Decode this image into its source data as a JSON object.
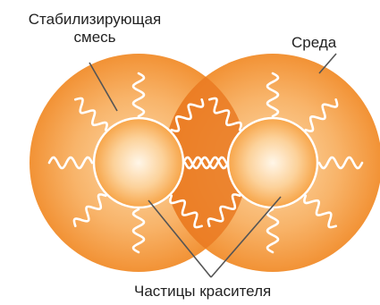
{
  "labels": {
    "stabilizing_mixture_line1": "Стабилизирующая",
    "stabilizing_mixture_line2": "смесь",
    "medium": "Среда",
    "dye_particles": "Частицы красителя"
  },
  "colors": {
    "outer_sphere_center": "#fdd9a8",
    "outer_sphere_edge": "#f29235",
    "overlap": "#ea7a22",
    "particle_center": "#fff6e8",
    "particle_edge": "#f7a447",
    "chain_stroke": "#ffffff",
    "leader_line": "#555555",
    "text": "#222222"
  }
}
